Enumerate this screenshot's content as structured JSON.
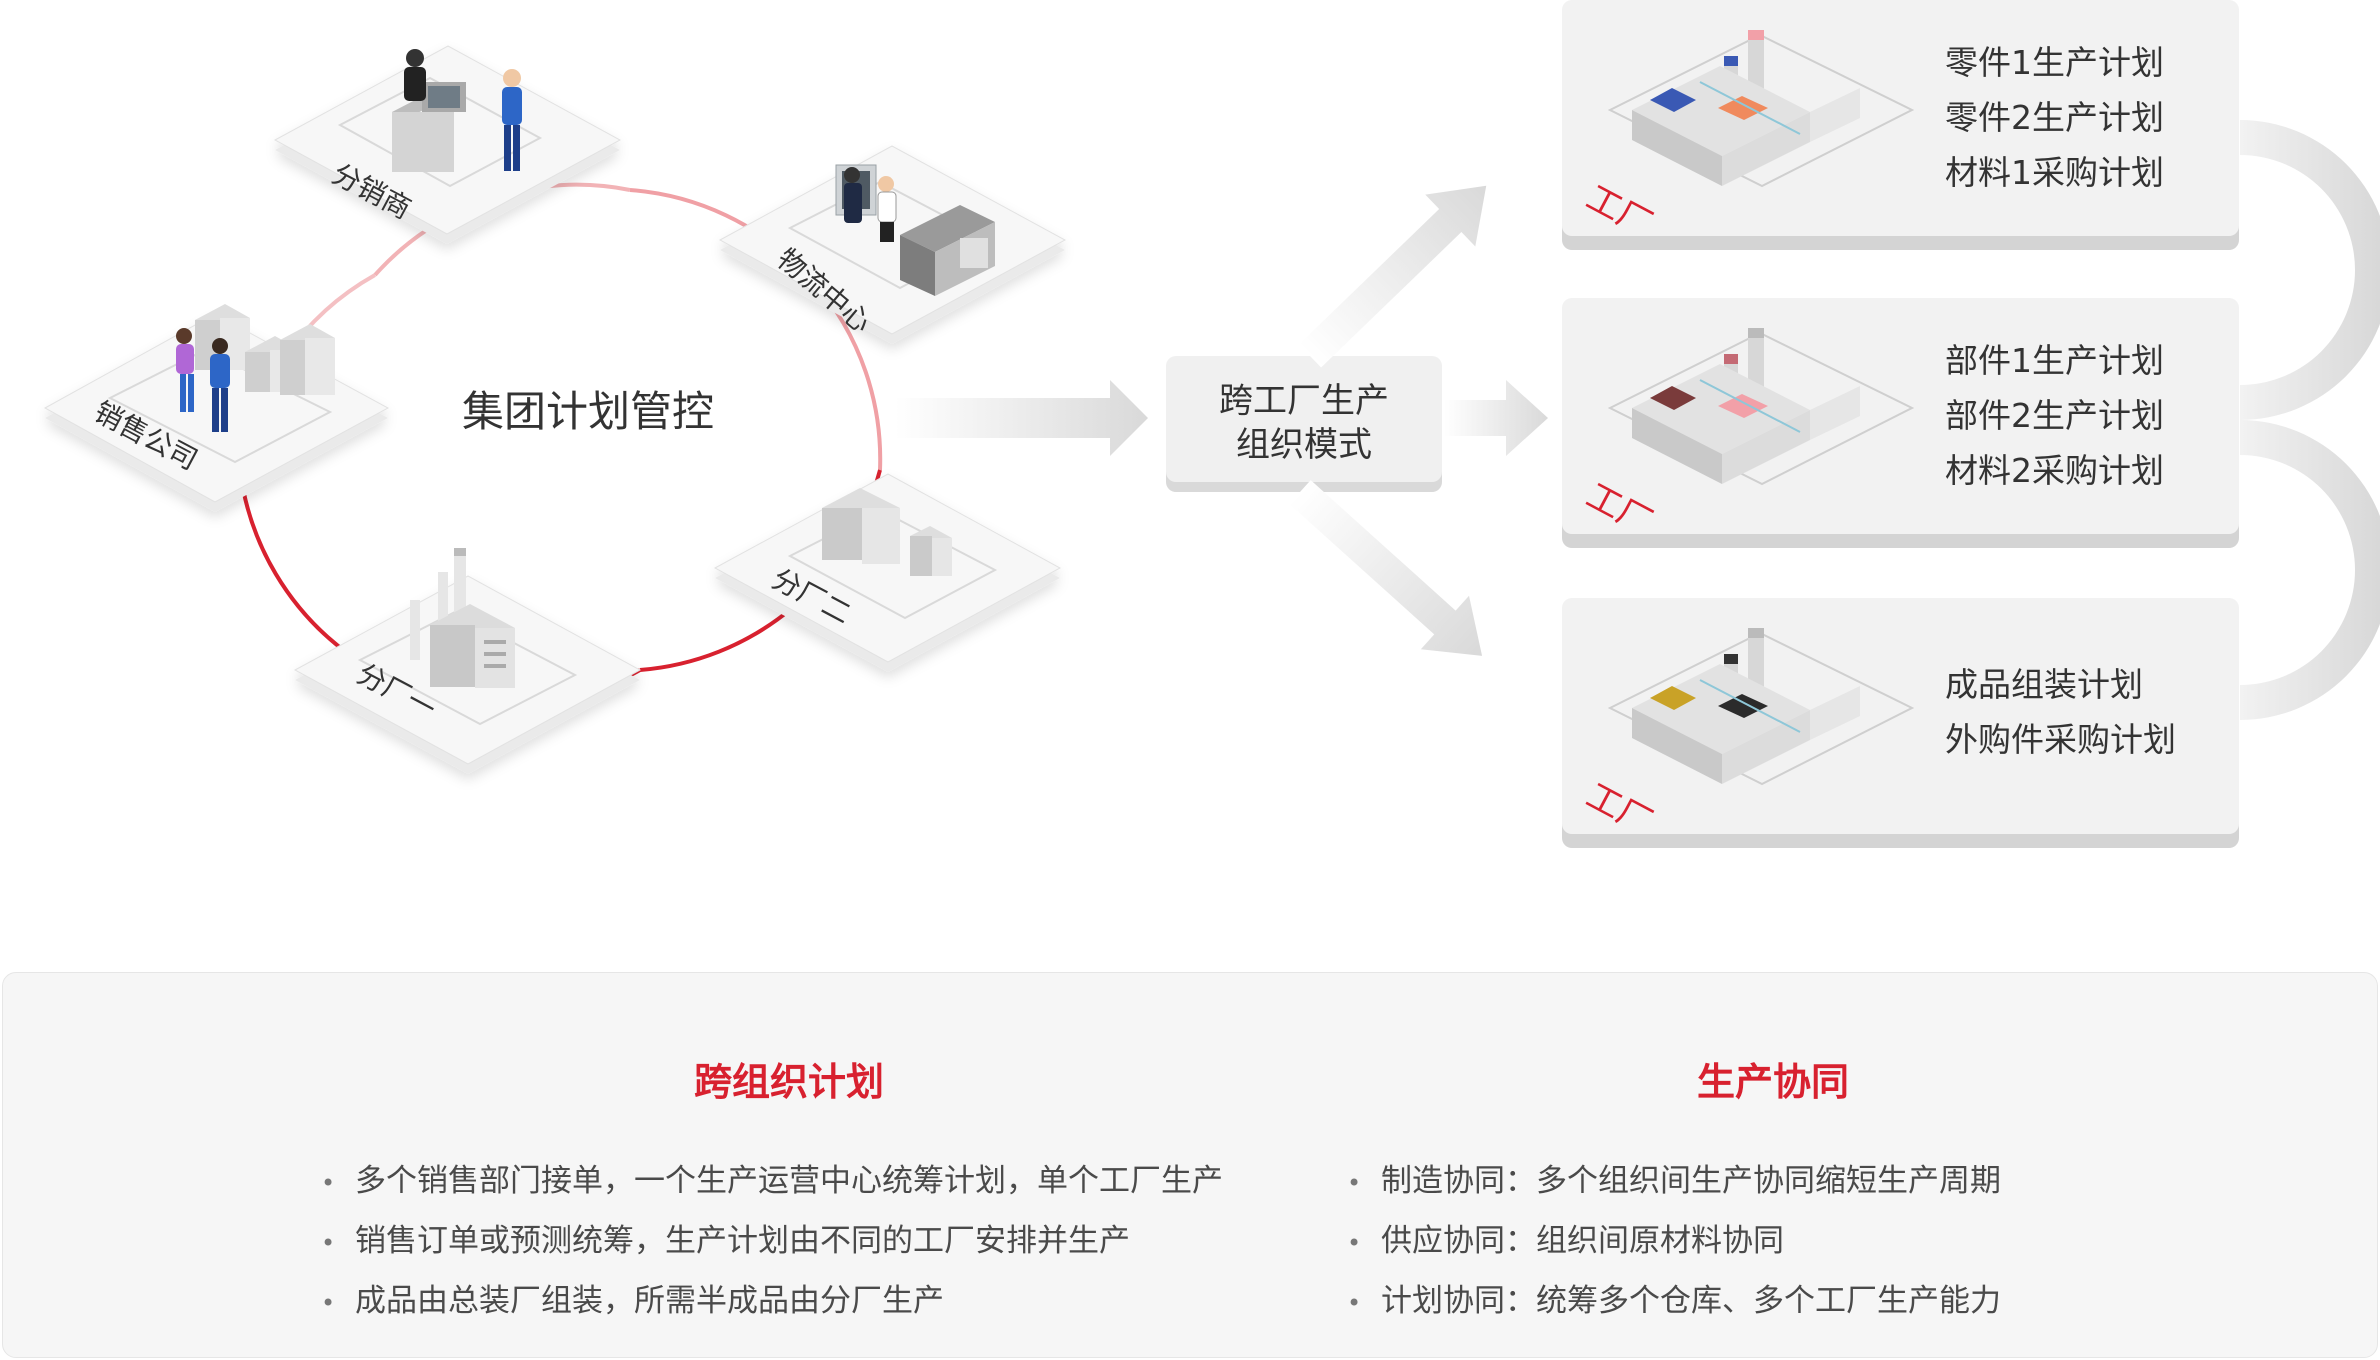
{
  "center_label": "集团计划管控",
  "mode_label_lines": [
    "跨工厂生产",
    "组织模式"
  ],
  "nodes": {
    "distributor": "分销商",
    "logistics": "物流中心",
    "sales": "销售公司",
    "factory_one": "分厂一",
    "factory_two": "分厂二"
  },
  "factory_tag": "工厂",
  "factories": [
    {
      "plans": [
        "零件1生产计划",
        "零件2生产计划",
        "材料1采购计划"
      ],
      "roof_colors": [
        "#3a59b4",
        "#f08a5d"
      ]
    },
    {
      "plans": [
        "部件1生产计划",
        "部件2生产计划",
        "材料2采购计划"
      ],
      "roof_colors": [
        "#7a3b3b",
        "#f2a0a8"
      ]
    },
    {
      "plans": [
        "成品组装计划",
        "外购件采购计划"
      ],
      "roof_colors": [
        "#c9a227",
        "#2b2b2b"
      ]
    }
  ],
  "bottom": {
    "left": {
      "title": "跨组织计划",
      "items": [
        "多个销售部门接单，一个生产运营中心统筹计划，单个工厂生产",
        "销售订单或预测统筹，生产计划由不同的工厂安排并生产",
        "成品由总装厂组装，所需半成品由分厂生产"
      ]
    },
    "right": {
      "title": "生产协同",
      "items": [
        "制造协同：多个组织间生产协同缩短生产周期",
        "供应协同：组织间原材料协同",
        "计划协同：统筹多个仓库、多个工厂生产能力"
      ]
    }
  },
  "colors": {
    "accent": "#d8212f",
    "ring_light": "#f0a8ac",
    "tile": "#f3f3f3",
    "arrow": "#e0e0e0"
  }
}
